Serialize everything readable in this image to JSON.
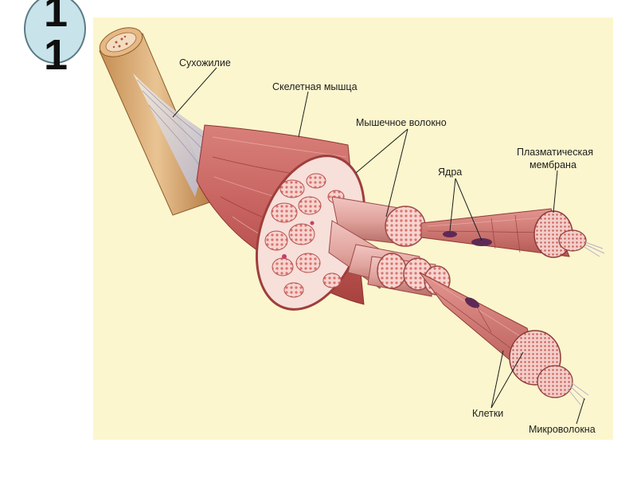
{
  "slide": {
    "number": "1\n1"
  },
  "diagram": {
    "labels": {
      "tendon": "Сухожилие",
      "skeletal_muscle": "Скелетная мышца",
      "muscle_fiber": "Мышечное волокно",
      "plasma_membrane_line1": "Плазматическая",
      "plasma_membrane_line2": "мембрана",
      "nuclei": "Ядра",
      "cells": "Клетки",
      "microfibrils": "Микроволокна"
    }
  },
  "colors": {
    "panel_background": "#fbf6ce",
    "badge_fill": "#c9e3ea",
    "muscle": "#c9605f",
    "tendon": "#e2c7a0",
    "bone": "#d8a86c",
    "nucleus": "#5d2a55"
  }
}
